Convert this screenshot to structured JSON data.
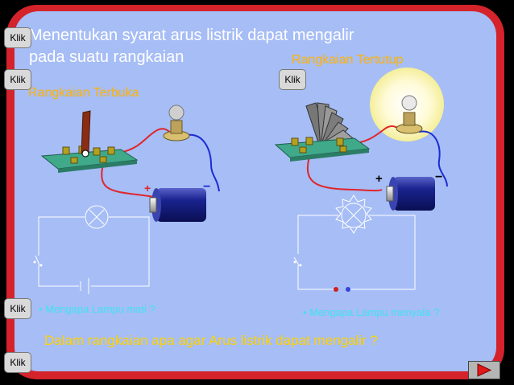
{
  "slide": {
    "title_line1": "Menentukan syarat arus listrik dapat mengalir",
    "title_line2": "pada suatu rangkaian",
    "closed_label": "Rangkaian Tertutup",
    "open_label": "Rangkaian Terbuka",
    "question_open": "• Mengapa Lampu mati ?",
    "question_closed": "• Mengapa Lampu menyala ?",
    "main_question": "Dalam rangkaian apa agar Arus listrik dapat mengalir ?"
  },
  "buttons": {
    "klik_1": "Klik",
    "klik_2": "Klik",
    "klik_3": "Klik",
    "klik_4": "Klik",
    "klik_5": "Klik"
  },
  "battery_left": {
    "plus": "+",
    "minus": "−"
  },
  "battery_right": {
    "plus": "+",
    "minus": "−"
  },
  "colors": {
    "frame": "#d4232b",
    "panel": "#a6bdf6",
    "title_text": "#ffffff",
    "label_orange": "#ffb200",
    "question_cyan": "#41e2f2",
    "main_question_yellow": "#ffd200",
    "wire_red": "#e0262b",
    "wire_blue": "#1b2bd6",
    "board_green": "#3fa98a",
    "battery_blue": "#16208a",
    "nav_arrow": "#e11818"
  },
  "icons": {
    "nav": "next-arrow-icon",
    "lamp_on": "bulb-lit-icon",
    "lamp_off": "bulb-off-icon"
  }
}
